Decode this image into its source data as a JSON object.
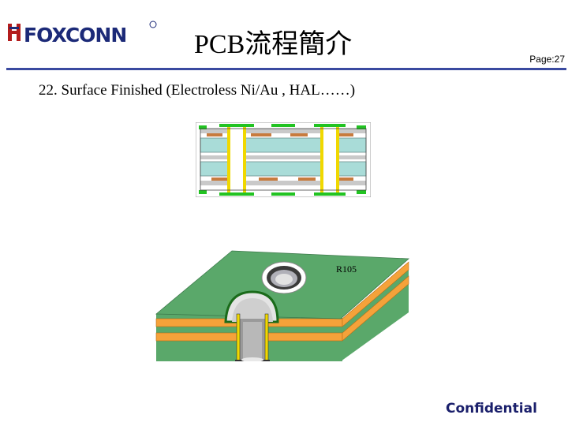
{
  "header": {
    "logo_text": "FOXCONN",
    "title": "PCB流程簡介",
    "page_label": "Page:27"
  },
  "slide": {
    "subtitle": "22. Surface Finished (Electroless Ni/Au , HAL……)"
  },
  "figure": {
    "label": "R105"
  },
  "footer": {
    "confidential": "Confidential"
  },
  "colors": {
    "board_green": "#5aa86a",
    "core_teal": "#a9dcd8",
    "plating_gold": "#f0d800",
    "copper_orange": "#f5a23a",
    "pad_green": "#22c322",
    "rule_blue": "#3a4aa0"
  }
}
